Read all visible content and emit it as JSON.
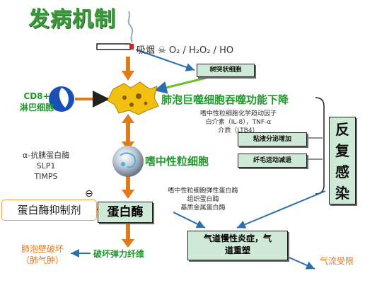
{
  "title": "发病机制",
  "smoking": {
    "text": "吸烟 ☠ O₂ / H₂O₂ / HO"
  },
  "dendritic_label": "树突状细胞",
  "cd8_label": {
    "line1": "CD8+",
    "line2": "淋巴细胞"
  },
  "macrophage_label": "肺泡巨噬细胞吞噬功能下降",
  "chemotaxis": {
    "line1": "嗜中性粒细胞化学趋动因子",
    "line2": "白介素（IL-8），TNF-α",
    "line3": "介质（LTB4）"
  },
  "mucus_label": "粘液分泌增加",
  "cilia_label": "纤毛运动减退",
  "antiprotease": {
    "line1": "α-抗胰蛋白酶",
    "line2": "SLP1",
    "line3": "TIMPS"
  },
  "neutrophil_label": "嗜中性粒细胞",
  "neutrophil_enzymes": {
    "line1": "嗜中性粒细胞弹性蛋白酶",
    "line2": "组织蛋白酶",
    "line3": "基质金属蛋白酶"
  },
  "inhibit_symbol": "⊖",
  "inhibitor_label": "蛋白酶抑制剂",
  "protease_label": "蛋白酶",
  "destroy_label": "破坏弹力纤维",
  "emphysema": {
    "line1": "肺泡壁破坏",
    "line2": "（肺气肿）"
  },
  "airway_label": {
    "line1": "气道慢性炎症，气",
    "line2": "道重塑"
  },
  "airflow_label": "气流受限",
  "relapse_label": [
    "反",
    "复",
    "感",
    "染"
  ],
  "colors": {
    "green": "#1e9a2a",
    "orange": "#e07a1a",
    "box": "#cfe9d7",
    "arrow_blue": "#2a6fb0"
  }
}
